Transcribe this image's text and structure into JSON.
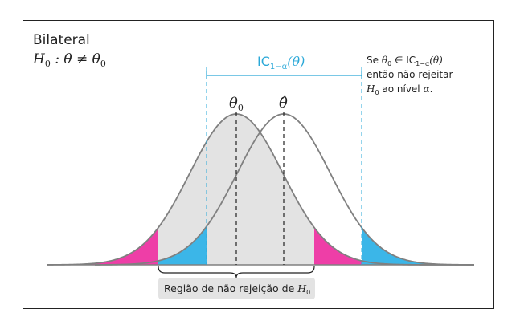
{
  "title": "Bilateral",
  "hypothesis": {
    "h": "H",
    "h_sub": "0",
    "rest": " : θ ≠ θ",
    "theta_sub": "0"
  },
  "ci_label": {
    "main": "IC",
    "sub": "1−α",
    "arg": "(θ)"
  },
  "note": {
    "line1_prefix": "Se ",
    "line1_theta": "θ",
    "line1_sub": "0",
    "line1_in": " ∈ IC",
    "line1_ci_sub": "1−α",
    "line1_arg": "(θ)",
    "line2": "então não rejeitar",
    "line3_h": "H",
    "line3_sub": "0",
    "line3_rest": " ao nível ",
    "line3_alpha": "α",
    "line3_end": "."
  },
  "theta0_label": {
    "main": "θ",
    "sub": "0"
  },
  "thetahat_label": "θ̂",
  "region_label": {
    "text": "Região de não rejeição de ",
    "h": "H",
    "h_sub": "0"
  },
  "colors": {
    "curve": "#808080",
    "null_fill": "#e3e3e3",
    "blue": "#3bb6e8",
    "magenta": "#ee3ea7",
    "ci_line": "#2aa8d8"
  }
}
